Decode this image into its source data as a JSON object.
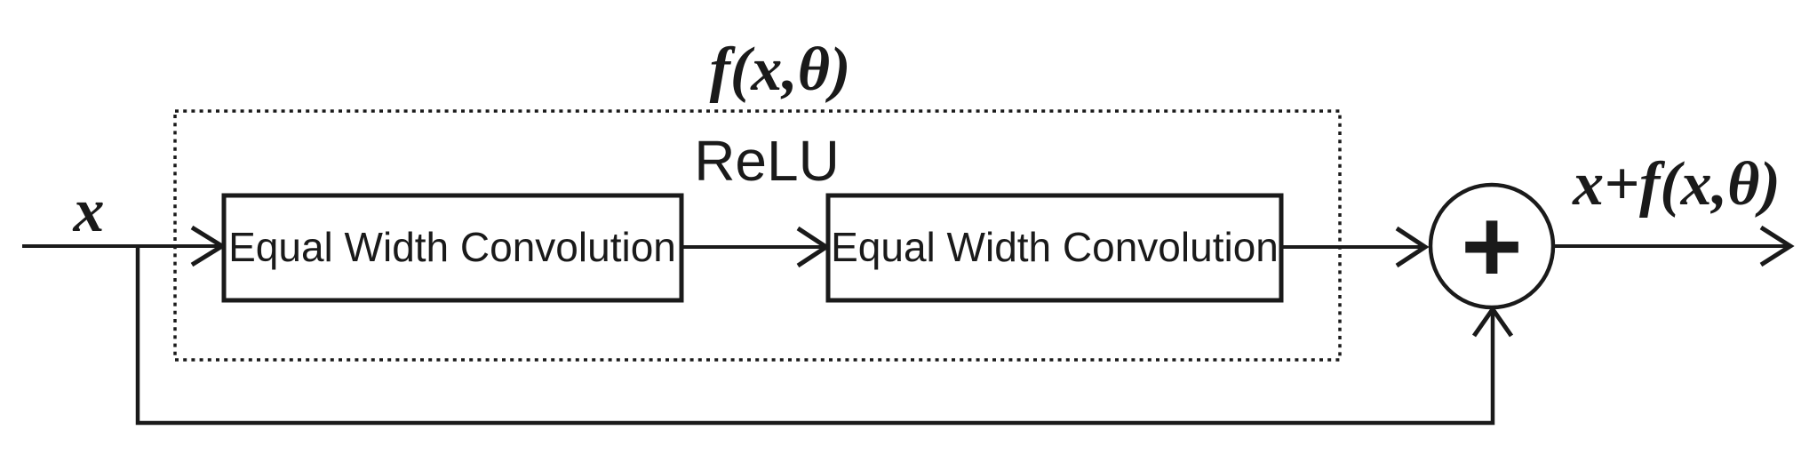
{
  "diagram": {
    "title": "f(x,θ)",
    "input_label": "x",
    "output_label": "x+f(x,θ)",
    "activation_label": "ReLU",
    "boxes": {
      "conv1_label": "Equal Width Convolution",
      "conv2_label": "Equal Width Convolution"
    },
    "sum_node": {
      "operator": "+"
    },
    "colors": {
      "stroke": "#1a1a1a",
      "background": "#ffffff"
    }
  }
}
